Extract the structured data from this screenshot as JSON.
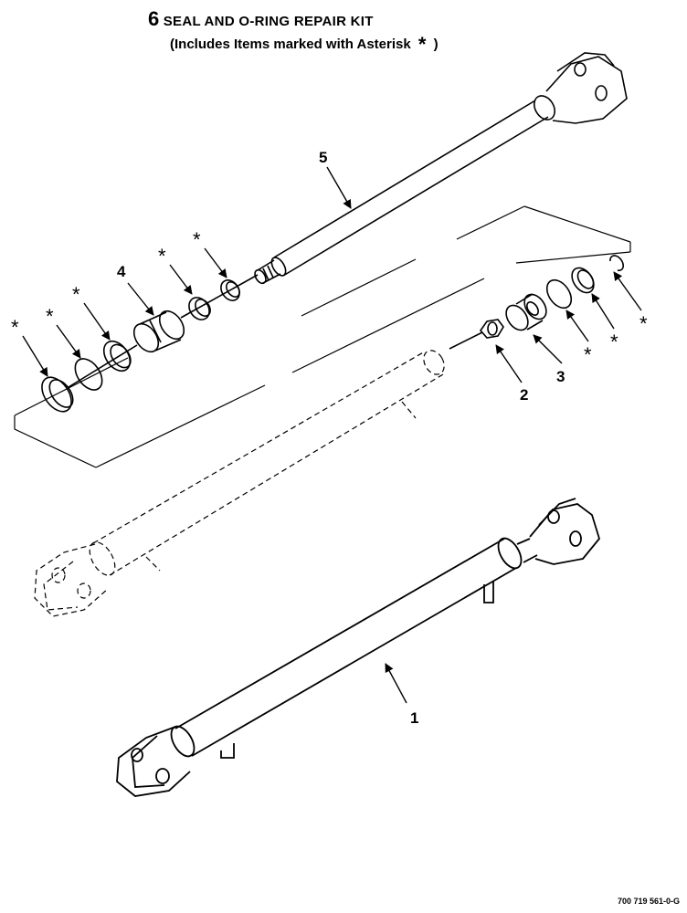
{
  "header": {
    "kit_number": "6",
    "kit_title": "SEAL AND O-RING REPAIR KIT",
    "kit_subtitle_pre": "(Includes Items marked with Asterisk",
    "kit_subtitle_symbol": "*",
    "kit_subtitle_post": ")"
  },
  "callouts": {
    "item1": "1",
    "item2": "2",
    "item3": "3",
    "item4": "4",
    "item5": "5"
  },
  "asterisk_symbol": "*",
  "figure_id": "700 719 561-0-G"
}
